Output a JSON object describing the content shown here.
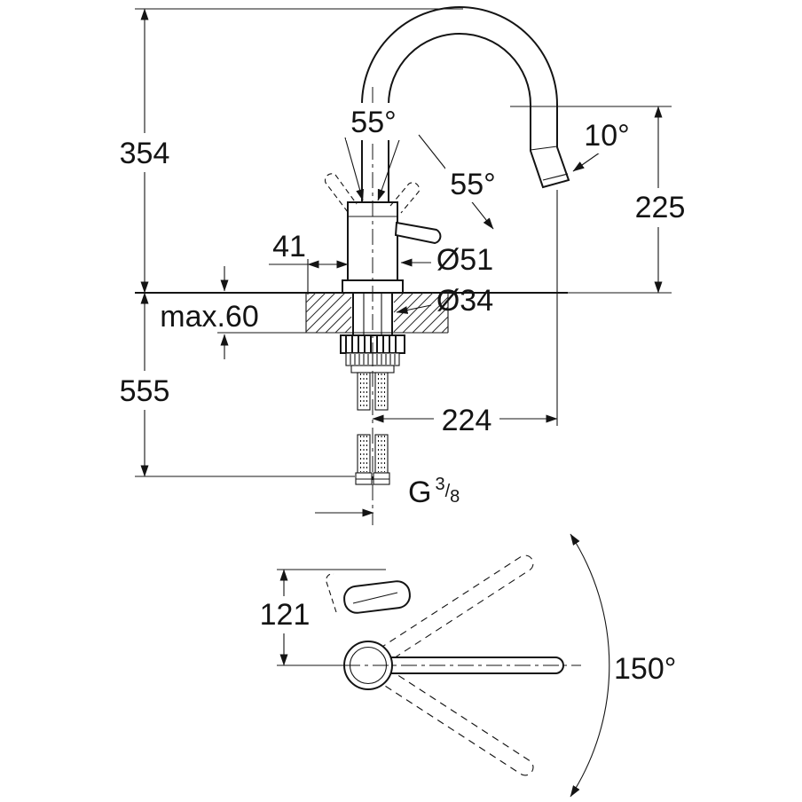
{
  "drawing": {
    "kind": "faucet-dimension-drawing",
    "ink_color": "#141414",
    "side_view": {
      "total_height": "354",
      "hose_depth": "555",
      "spout_height": "225",
      "spout_reach": "224",
      "handle_angle_front": "55°",
      "handle_angle_side": "55°",
      "spout_tilt_angle": "10°",
      "handle_offset": "41",
      "body_diameter": "Ø51",
      "mounting_hole_diameter": "Ø34",
      "max_deck_thickness": "max.60",
      "thread": {
        "prefix": "G",
        "numerator": "3",
        "slash": "/",
        "denominator": "8"
      }
    },
    "top_view": {
      "handle_projection": "121",
      "swivel_angle": "150°"
    }
  }
}
